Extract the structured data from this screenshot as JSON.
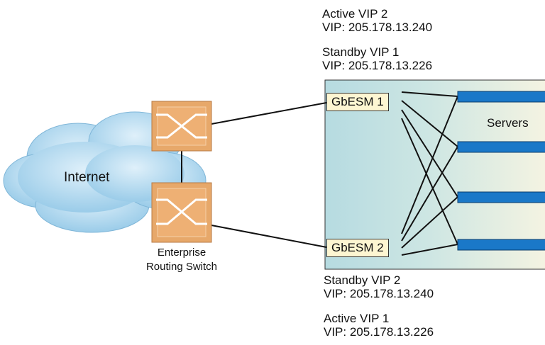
{
  "cloud": {
    "label": "Internet"
  },
  "router": {
    "caption_line1": "Enterprise",
    "caption_line2": "Routing Switch"
  },
  "switches": [
    {
      "label": "GbESM 1"
    },
    {
      "label": "GbESM 2"
    }
  ],
  "servers": {
    "label": "Servers"
  },
  "top_labels": [
    "Active VIP 2",
    "VIP: 205.178.13.240",
    "Standby VIP 1",
    "VIP: 205.178.13.226"
  ],
  "bottom_labels": [
    "Standby VIP 2",
    "VIP: 205.178.13.240",
    "Active VIP 1",
    "VIP: 205.178.13.226"
  ],
  "colors": {
    "router_fill": "#e7a86a",
    "server_bar": "#1a78c8",
    "chassis_left": "#b6dbe1",
    "chassis_right": "#f6f4e2",
    "cloud": "#a9d5ec"
  }
}
